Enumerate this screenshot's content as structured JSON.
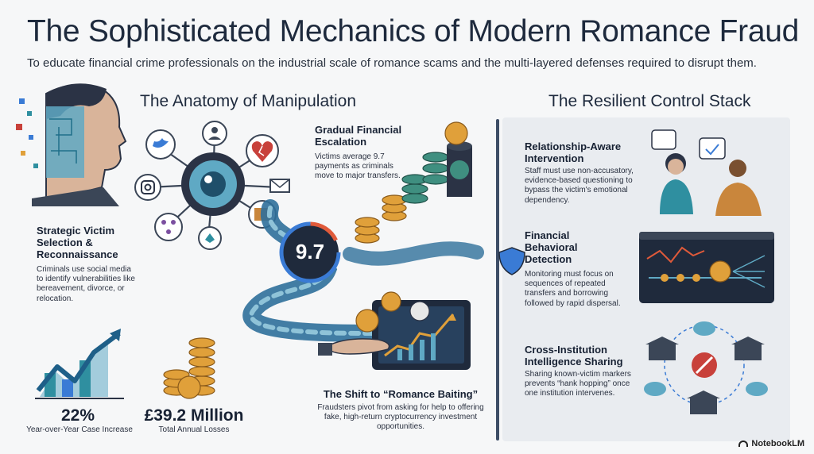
{
  "header": {
    "title": "The Sophisticated Mechanics of Modern Romance Fraud",
    "subtitle": "To educate financial crime professionals on the industrial scale of romance scams and the multi-layered defenses required to disrupt them."
  },
  "left_section": {
    "title": "The Anatomy of Manipulation",
    "victim_selection": {
      "heading": "Strategic Victim Selection & Reconnaissance",
      "body": "Criminals use social media to identify vulnerabilities like bereavement, divorce, or relocation."
    },
    "escalation": {
      "heading": "Gradual Financial Escalation",
      "body": "Victims average 9.7 payments as criminals move to major transfers."
    },
    "gauge_value": "9.7",
    "baiting": {
      "heading": "The Shift to “Romance Baiting”",
      "body": "Fraudsters pivot from asking for help to offering fake, high-return cryptocurrency investment opportunities."
    },
    "stats": [
      {
        "value": "22%",
        "label": "Year-over-Year Case Increase"
      },
      {
        "value": "£39.2 Million",
        "label": "Total Annual Losses"
      }
    ]
  },
  "right_section": {
    "title": "The Resilient Control Stack",
    "items": [
      {
        "heading": "Relationship-Aware Intervention",
        "body": "Staff must use non-accusatory, evidence-based questioning to bypass the victim's emotional dependency."
      },
      {
        "heading": "Financial Behavioral Detection",
        "body": "Monitoring must focus on sequences of repeated transfers and borrowing followed by rapid dispersal."
      },
      {
        "heading": "Cross-Institution Intelligence Sharing",
        "body": "Sharing known-victim markers prevents “hank hopping” once one institution intervenes."
      }
    ]
  },
  "footer": {
    "brand": "NotebookLM"
  },
  "colors": {
    "navy": "#1e2a3d",
    "teal": "#2f8fa0",
    "accent_blue": "#3a7bd5",
    "coin_gold": "#e0a03a",
    "coin_green": "#3f8f80",
    "heart_red": "#c8413b"
  }
}
